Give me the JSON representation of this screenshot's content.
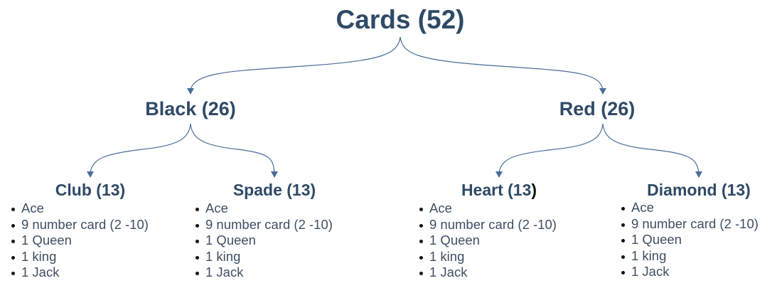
{
  "diagram": {
    "root": {
      "label": "Cards (52)"
    },
    "colors": {
      "node_text": "#2f4a66",
      "list_text": "#3e4f63",
      "connector": "#4a6d9a",
      "bullet": "#111111"
    },
    "groups": [
      {
        "label": "Black (26)",
        "suits": [
          {
            "label": "Club (13)",
            "items": [
              "Ace",
              "9 number card (2 -10)",
              "1 Queen",
              "1 king",
              "1 Jack"
            ]
          },
          {
            "label": "Spade (13)",
            "items": [
              "Ace",
              "9 number card (2 -10)",
              "1 Queen",
              "1 king",
              "1 Jack"
            ]
          }
        ]
      },
      {
        "label": "Red (26)",
        "suits": [
          {
            "label_main": "Heart (13",
            "label_tail": ")",
            "items": [
              "Ace",
              "9 number card (2 -10)",
              "1 Queen",
              "1 king",
              "1 Jack"
            ]
          },
          {
            "label": "Diamond (13)",
            "items": [
              "Ace",
              "9 number card (2 -10)",
              "1 Queen",
              "1 king",
              "1 Jack"
            ]
          }
        ]
      }
    ]
  }
}
